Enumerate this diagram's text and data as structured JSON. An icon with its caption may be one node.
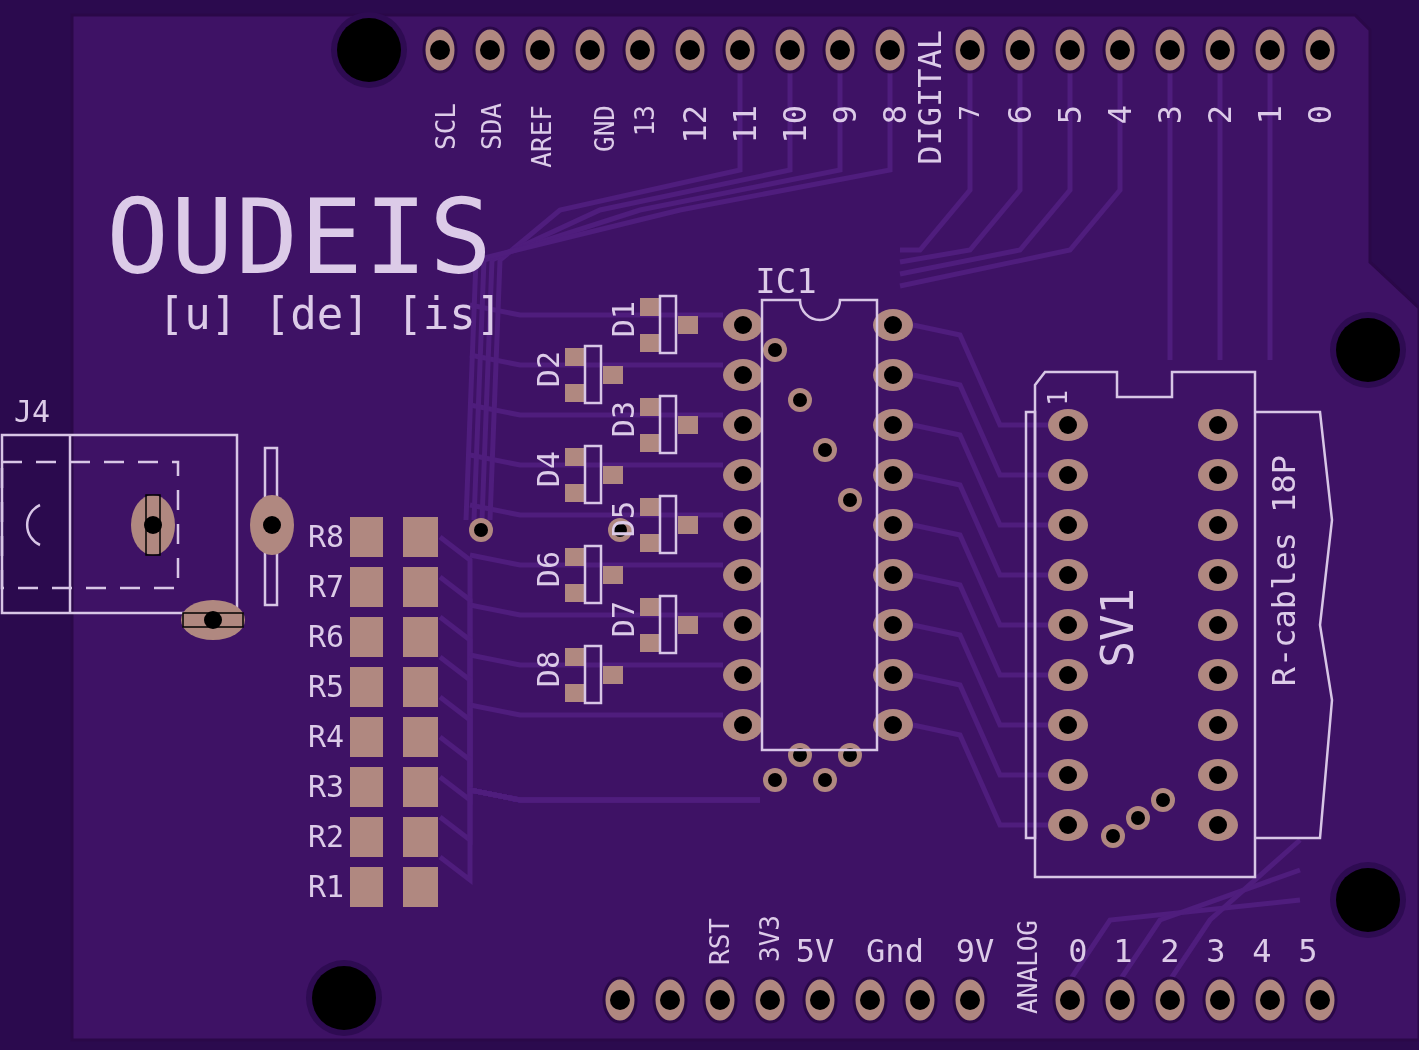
{
  "diagram": {
    "title": "OUDEIS",
    "nodes": [
      {
        "text": [
          "J4"
        ]
      },
      {
        "text": [
          "R8"
        ]
      },
      {
        "text": [
          "R7"
        ]
      },
      {
        "text": [
          "R6"
        ]
      },
      {
        "text": [
          "R5"
        ]
      },
      {
        "text": [
          "R4"
        ]
      },
      {
        "text": [
          "R3"
        ]
      },
      {
        "text": [
          "R2"
        ]
      },
      {
        "text": [
          "R1"
        ]
      },
      {
        "text": [
          "D1"
        ]
      },
      {
        "text": [
          "D2"
        ]
      },
      {
        "text": [
          "D3"
        ]
      },
      {
        "text": [
          "D4"
        ]
      },
      {
        "text": [
          "D5"
        ]
      },
      {
        "text": [
          "D6"
        ]
      },
      {
        "text": [
          "D7"
        ]
      },
      {
        "text": [
          "D8"
        ]
      },
      {
        "text": [
          "IC1"
        ]
      },
      {
        "text": [
          "1",
          "SV1",
          "R-cables 18P"
        ]
      }
    ],
    "labels": [
      "[u] [de] [is]",
      "SCL",
      "SDA",
      "AREF",
      "GND",
      "13",
      "12",
      "11",
      "10",
      "9",
      "8",
      "DIGITAL",
      "7",
      "6",
      "5",
      "4",
      "3",
      "2",
      "1",
      "0",
      "RST",
      "3V3",
      "5V",
      "Gnd",
      "9V",
      "ANALOG",
      "0",
      "1",
      "2",
      "3",
      "4",
      "5"
    ]
  }
}
